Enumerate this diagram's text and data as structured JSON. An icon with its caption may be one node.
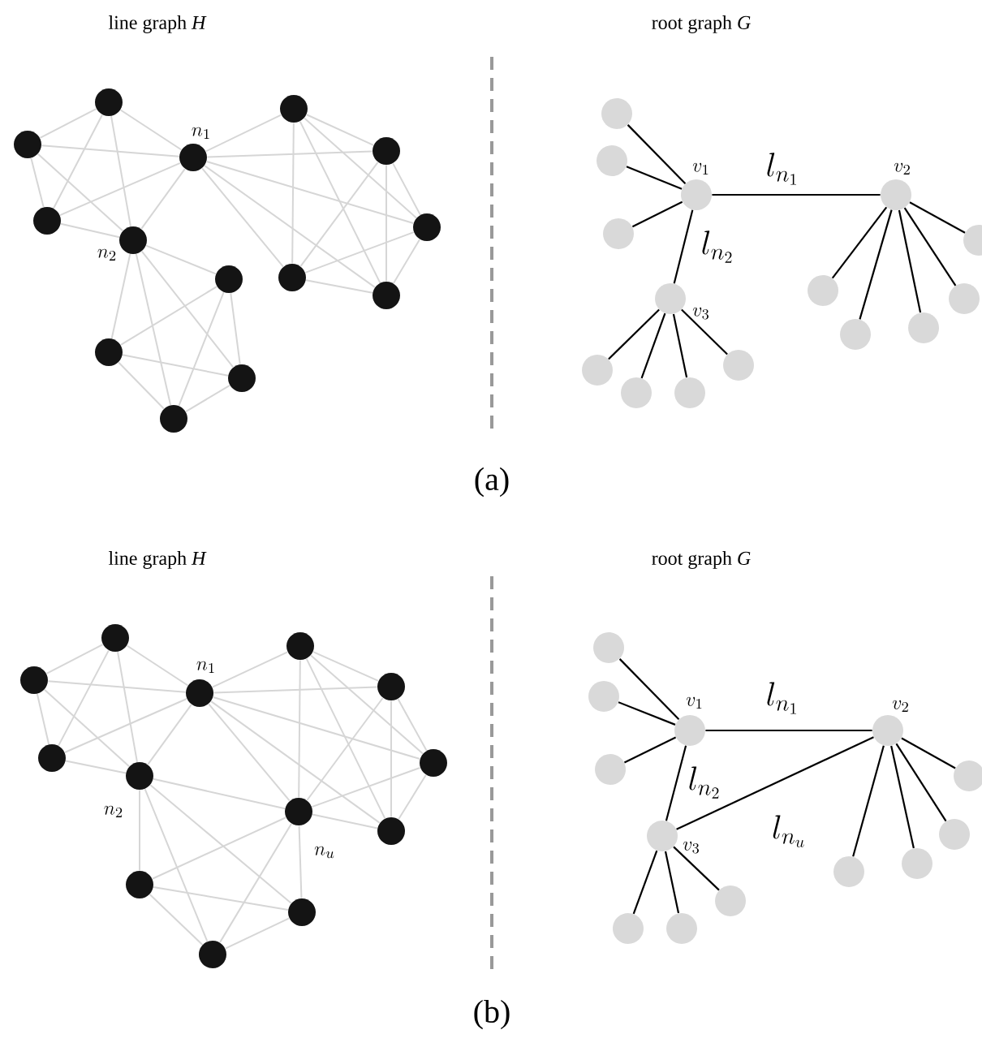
{
  "diagram": {
    "nodes": [
      {
        "text": [],
        "shape": "circle"
      },
      {
        "text": [],
        "shape": "circle"
      },
      {
        "text": [],
        "shape": "circle",
        "beside": [
          "n_1"
        ]
      },
      {
        "text": [],
        "shape": "circle"
      },
      {
        "text": [],
        "shape": "circle",
        "beside": [
          "n_2"
        ]
      },
      {
        "text": [],
        "shape": "circle"
      },
      {
        "text": [],
        "shape": "circle"
      },
      {
        "text": [],
        "shape": "circle"
      },
      {
        "text": [],
        "shape": "circle"
      },
      {
        "text": [],
        "shape": "circle"
      },
      {
        "text": [],
        "shape": "circle"
      },
      {
        "text": [],
        "shape": "circle"
      },
      {
        "text": [],
        "shape": "circle"
      },
      {
        "text": [],
        "shape": "circle"
      },
      {
        "text": [],
        "shape": "circle",
        "beside": [
          "v_1"
        ]
      },
      {
        "text": [],
        "shape": "circle"
      },
      {
        "text": [],
        "shape": "circle"
      },
      {
        "text": [],
        "shape": "circle"
      },
      {
        "text": [],
        "shape": "circle",
        "beside": [
          "v_2"
        ]
      },
      {
        "text": [],
        "shape": "circle"
      },
      {
        "text": [],
        "shape": "circle"
      },
      {
        "text": [],
        "shape": "circle"
      },
      {
        "text": [],
        "shape": "circle"
      },
      {
        "text": [],
        "shape": "circle"
      },
      {
        "text": [],
        "shape": "circle",
        "beside": [
          "v_3"
        ]
      },
      {
        "text": [],
        "shape": "circle"
      },
      {
        "text": [],
        "shape": "circle"
      },
      {
        "text": [],
        "shape": "circle"
      },
      {
        "text": [],
        "shape": "circle"
      },
      {
        "text": [],
        "shape": "circle"
      },
      {
        "text": [],
        "shape": "circle"
      },
      {
        "text": [],
        "shape": "circle",
        "beside": [
          "n_1"
        ]
      },
      {
        "text": [],
        "shape": "circle"
      },
      {
        "text": [],
        "shape": "circle",
        "beside": [
          "n_2"
        ]
      },
      {
        "text": [],
        "shape": "circle"
      },
      {
        "text": [],
        "shape": "circle"
      },
      {
        "text": [],
        "shape": "circle"
      },
      {
        "text": [],
        "shape": "circle",
        "beside": [
          "n_u"
        ]
      },
      {
        "text": [],
        "shape": "circle"
      },
      {
        "text": [],
        "shape": "circle"
      },
      {
        "text": [],
        "shape": "circle"
      },
      {
        "text": [],
        "shape": "circle"
      },
      {
        "text": [],
        "shape": "circle",
        "beside": [
          "v_1"
        ]
      },
      {
        "text": [],
        "shape": "circle"
      },
      {
        "text": [],
        "shape": "circle"
      },
      {
        "text": [],
        "shape": "circle"
      },
      {
        "text": [],
        "shape": "circle",
        "beside": [
          "v_2"
        ]
      },
      {
        "text": [],
        "shape": "circle"
      },
      {
        "text": [],
        "shape": "circle"
      },
      {
        "text": [],
        "shape": "circle"
      },
      {
        "text": [],
        "shape": "circle"
      },
      {
        "text": [],
        "shape": "circle",
        "beside": [
          "v_3"
        ]
      },
      {
        "text": [],
        "shape": "circle"
      },
      {
        "text": [],
        "shape": "circle"
      },
      {
        "text": [],
        "shape": "circle"
      }
    ],
    "edges": [
      {
        "from": 0,
        "to": 1,
        "arrow": "none"
      },
      {
        "from": 0,
        "to": 2,
        "arrow": "none"
      },
      {
        "from": 0,
        "to": 3,
        "arrow": "none"
      },
      {
        "from": 0,
        "to": 4,
        "arrow": "none"
      },
      {
        "from": 1,
        "to": 2,
        "arrow": "none"
      },
      {
        "from": 1,
        "to": 3,
        "arrow": "none"
      },
      {
        "from": 1,
        "to": 4,
        "arrow": "none"
      },
      {
        "from": 2,
        "to": 3,
        "arrow": "none"
      },
      {
        "from": 2,
        "to": 4,
        "arrow": "none"
      },
      {
        "from": 3,
        "to": 4,
        "arrow": "none"
      },
      {
        "from": 2,
        "to": 5,
        "arrow": "none"
      },
      {
        "from": 2,
        "to": 6,
        "arrow": "none"
      },
      {
        "from": 2,
        "to": 7,
        "arrow": "none"
      },
      {
        "from": 2,
        "to": 8,
        "arrow": "none"
      },
      {
        "from": 2,
        "to": 9,
        "arrow": "none"
      },
      {
        "from": 5,
        "to": 6,
        "arrow": "none"
      },
      {
        "from": 5,
        "to": 7,
        "arrow": "none"
      },
      {
        "from": 5,
        "to": 8,
        "arrow": "none"
      },
      {
        "from": 5,
        "to": 9,
        "arrow": "none"
      },
      {
        "from": 6,
        "to": 7,
        "arrow": "none"
      },
      {
        "from": 6,
        "to": 8,
        "arrow": "none"
      },
      {
        "from": 6,
        "to": 9,
        "arrow": "none"
      },
      {
        "from": 7,
        "to": 8,
        "arrow": "none"
      },
      {
        "from": 7,
        "to": 9,
        "arrow": "none"
      },
      {
        "from": 8,
        "to": 9,
        "arrow": "none"
      },
      {
        "from": 4,
        "to": 10,
        "arrow": "none"
      },
      {
        "from": 4,
        "to": 11,
        "arrow": "none"
      },
      {
        "from": 4,
        "to": 12,
        "arrow": "none"
      },
      {
        "from": 4,
        "to": 13,
        "arrow": "none"
      },
      {
        "from": 10,
        "to": 11,
        "arrow": "none"
      },
      {
        "from": 10,
        "to": 12,
        "arrow": "none"
      },
      {
        "from": 10,
        "to": 13,
        "arrow": "none"
      },
      {
        "from": 11,
        "to": 12,
        "arrow": "none"
      },
      {
        "from": 11,
        "to": 13,
        "arrow": "none"
      },
      {
        "from": 12,
        "to": 13,
        "arrow": "none"
      },
      {
        "from": 14,
        "to": 18,
        "arrow": "none",
        "label": "l_{n_1}",
        "color": "#000000"
      },
      {
        "from": 14,
        "to": 24,
        "arrow": "none",
        "label": "l_{n_2}",
        "color": "#000000"
      },
      {
        "from": 14,
        "to": 15,
        "arrow": "none",
        "color": "#000000"
      },
      {
        "from": 14,
        "to": 16,
        "arrow": "none",
        "color": "#000000"
      },
      {
        "from": 14,
        "to": 17,
        "arrow": "none",
        "color": "#000000"
      },
      {
        "from": 18,
        "to": 19,
        "arrow": "none",
        "color": "#000000"
      },
      {
        "from": 18,
        "to": 20,
        "arrow": "none",
        "color": "#000000"
      },
      {
        "from": 18,
        "to": 21,
        "arrow": "none",
        "color": "#000000"
      },
      {
        "from": 18,
        "to": 22,
        "arrow": "none",
        "color": "#000000"
      },
      {
        "from": 18,
        "to": 23,
        "arrow": "none",
        "color": "#000000"
      },
      {
        "from": 24,
        "to": 25,
        "arrow": "none",
        "color": "#000000"
      },
      {
        "from": 24,
        "to": 26,
        "arrow": "none",
        "color": "#000000"
      },
      {
        "from": 24,
        "to": 27,
        "arrow": "none",
        "color": "#000000"
      },
      {
        "from": 24,
        "to": 28,
        "arrow": "none",
        "color": "#000000"
      },
      {
        "from": 29,
        "to": 30,
        "arrow": "none"
      },
      {
        "from": 29,
        "to": 31,
        "arrow": "none"
      },
      {
        "from": 29,
        "to": 32,
        "arrow": "none"
      },
      {
        "from": 29,
        "to": 33,
        "arrow": "none"
      },
      {
        "from": 30,
        "to": 31,
        "arrow": "none"
      },
      {
        "from": 30,
        "to": 32,
        "arrow": "none"
      },
      {
        "from": 30,
        "to": 33,
        "arrow": "none"
      },
      {
        "from": 31,
        "to": 32,
        "arrow": "none"
      },
      {
        "from": 31,
        "to": 33,
        "arrow": "none"
      },
      {
        "from": 32,
        "to": 33,
        "arrow": "none"
      },
      {
        "from": 31,
        "to": 34,
        "arrow": "none"
      },
      {
        "from": 31,
        "to": 35,
        "arrow": "none"
      },
      {
        "from": 31,
        "to": 36,
        "arrow": "none"
      },
      {
        "from": 31,
        "to": 37,
        "arrow": "none"
      },
      {
        "from": 31,
        "to": 38,
        "arrow": "none"
      },
      {
        "from": 34,
        "to": 35,
        "arrow": "none"
      },
      {
        "from": 34,
        "to": 36,
        "arrow": "none"
      },
      {
        "from": 34,
        "to": 37,
        "arrow": "none"
      },
      {
        "from": 34,
        "to": 38,
        "arrow": "none"
      },
      {
        "from": 35,
        "to": 36,
        "arrow": "none"
      },
      {
        "from": 35,
        "to": 37,
        "arrow": "none"
      },
      {
        "from": 35,
        "to": 38,
        "arrow": "none"
      },
      {
        "from": 36,
        "to": 37,
        "arrow": "none"
      },
      {
        "from": 36,
        "to": 38,
        "arrow": "none"
      },
      {
        "from": 37,
        "to": 38,
        "arrow": "none"
      },
      {
        "from": 33,
        "to": 37,
        "arrow": "none"
      },
      {
        "from": 33,
        "to": 39,
        "arrow": "none"
      },
      {
        "from": 33,
        "to": 40,
        "arrow": "none"
      },
      {
        "from": 33,
        "to": 41,
        "arrow": "none"
      },
      {
        "from": 37,
        "to": 39,
        "arrow": "none"
      },
      {
        "from": 37,
        "to": 40,
        "arrow": "none"
      },
      {
        "from": 37,
        "to": 41,
        "arrow": "none"
      },
      {
        "from": 39,
        "to": 40,
        "arrow": "none"
      },
      {
        "from": 39,
        "to": 41,
        "arrow": "none"
      },
      {
        "from": 40,
        "to": 41,
        "arrow": "none"
      },
      {
        "from": 42,
        "to": 46,
        "arrow": "none",
        "label": "l_{n_1}",
        "color": "#000000"
      },
      {
        "from": 42,
        "to": 51,
        "arrow": "none",
        "label": "l_{n_2}",
        "color": "#000000"
      },
      {
        "from": 46,
        "to": 51,
        "arrow": "none",
        "label": "l_{n_u}",
        "color": "#000000"
      },
      {
        "from": 42,
        "to": 43,
        "arrow": "none",
        "color": "#000000"
      },
      {
        "from": 42,
        "to": 44,
        "arrow": "none",
        "color": "#000000"
      },
      {
        "from": 42,
        "to": 45,
        "arrow": "none",
        "color": "#000000"
      },
      {
        "from": 46,
        "to": 47,
        "arrow": "none",
        "color": "#000000"
      },
      {
        "from": 46,
        "to": 48,
        "arrow": "none",
        "color": "#000000"
      },
      {
        "from": 46,
        "to": 49,
        "arrow": "none",
        "color": "#000000"
      },
      {
        "from": 46,
        "to": 50,
        "arrow": "none",
        "color": "#000000"
      },
      {
        "from": 51,
        "to": 52,
        "arrow": "none",
        "color": "#000000"
      },
      {
        "from": 51,
        "to": 53,
        "arrow": "none",
        "color": "#000000"
      },
      {
        "from": 51,
        "to": 54,
        "arrow": "none",
        "color": "#000000"
      }
    ],
    "labels": [
      "line graph *H*",
      "root graph *G*",
      "(a)",
      "line graph *H*",
      "root graph *G*",
      "(b)"
    ]
  }
}
